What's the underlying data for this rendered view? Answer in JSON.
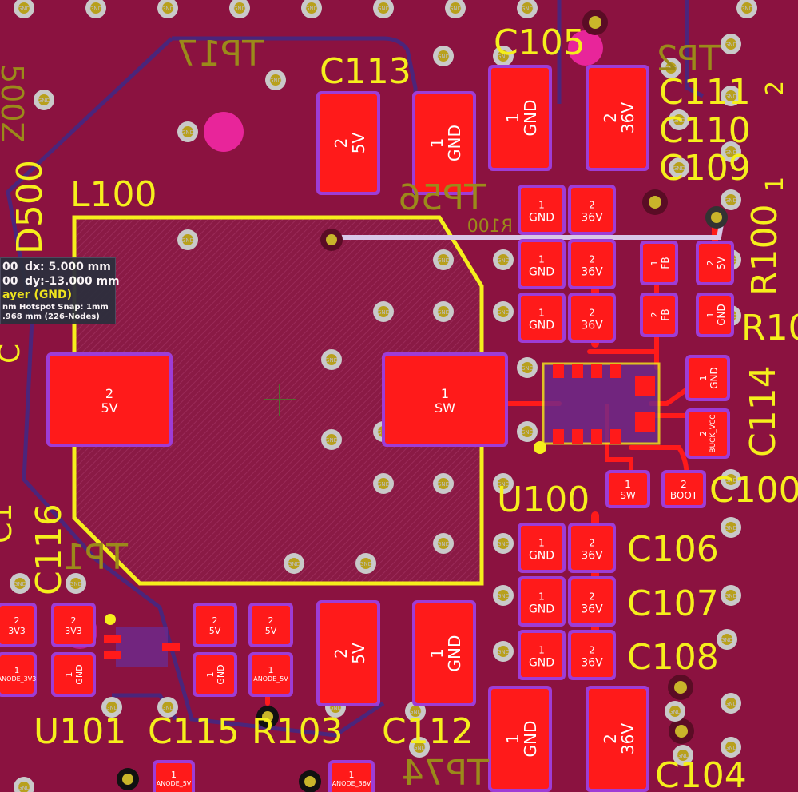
{
  "colors": {
    "board": "#8b1240",
    "pad": "#ff1a1a",
    "pad_outline": "#9e3cd6",
    "silkscreen": "#f5ef1c",
    "via_ring": "#c8c8c8",
    "via_hole": "#b59a1a",
    "infobox_bg": "#2d2f3d"
  },
  "designators": {
    "C113": "C113",
    "C105": "C105",
    "C111": "C111",
    "C110": "C110",
    "C109": "C109",
    "L100": "L100",
    "D500": "D500",
    "R100": "R100",
    "R10x": "R10",
    "C114": "C114",
    "C100": "C100",
    "U100": "U100",
    "C106": "C106",
    "C107": "C107",
    "C108": "C108",
    "C104": "C104",
    "C112": "C112",
    "U101": "U101",
    "C115": "C115",
    "R103": "R103",
    "C116": "C116",
    "C1xx": "C1",
    "edge2": "2",
    "edge1": "1",
    "edgeC": "C"
  },
  "ghost_labels": {
    "TP17": "TP17",
    "TP2": "TP2",
    "TP56": "TP56",
    "TP74": "TP74",
    "TP1x": "TP1",
    "R100": "R100",
    "x500": "500Z"
  },
  "pads": {
    "c113_5v": {
      "num": "2",
      "net": "5V"
    },
    "c113_gnd": {
      "num": "1",
      "net": "GND"
    },
    "c105_gnd": {
      "num": "1",
      "net": "GND"
    },
    "c105_36v": {
      "num": "2",
      "net": "36V"
    },
    "c111_gnd": {
      "num": "1",
      "net": "GND"
    },
    "c111_36v": {
      "num": "2",
      "net": "36V"
    },
    "c110_gnd": {
      "num": "1",
      "net": "GND"
    },
    "c110_36v": {
      "num": "2",
      "net": "36V"
    },
    "c109_gnd": {
      "num": "1",
      "net": "GND"
    },
    "c109_36v": {
      "num": "2",
      "net": "36V"
    },
    "r100_fb": {
      "num": "1",
      "net": "FB"
    },
    "r100_5v": {
      "num": "2",
      "net": "5V"
    },
    "r10_fb": {
      "num": "2",
      "net": "FB"
    },
    "r10_gnd": {
      "num": "1",
      "net": "GND"
    },
    "l100_5v": {
      "num": "2",
      "net": "5V"
    },
    "l100_sw": {
      "num": "1",
      "net": "SW"
    },
    "c114_gnd": {
      "num": "1",
      "net": "GND"
    },
    "c114_buck": {
      "num": "2",
      "net": "BUCK_VCC"
    },
    "c100_sw": {
      "num": "1",
      "net": "SW"
    },
    "c100_boot": {
      "num": "2",
      "net": "BOOT"
    },
    "c106_gnd": {
      "num": "1",
      "net": "GND"
    },
    "c106_36v": {
      "num": "2",
      "net": "36V"
    },
    "c107_gnd": {
      "num": "1",
      "net": "GND"
    },
    "c107_36v": {
      "num": "2",
      "net": "36V"
    },
    "c108_gnd": {
      "num": "1",
      "net": "GND"
    },
    "c108_36v": {
      "num": "2",
      "net": "36V"
    },
    "c112_5v": {
      "num": "2",
      "net": "5V"
    },
    "c112_gnd": {
      "num": "1",
      "net": "GND"
    },
    "c104_gnd": {
      "num": "1",
      "net": "GND"
    },
    "c104_36v": {
      "num": "2",
      "net": "36V"
    },
    "u101_a_3v3": {
      "num": "2",
      "net": "3V3"
    },
    "u101_a_anode": {
      "num": "1",
      "net": "ANODE_3V3"
    },
    "u101_b_3v3": {
      "num": "2",
      "net": "3V3"
    },
    "u101_b_gnd": {
      "num": "1",
      "net": "GND"
    },
    "c115_5v": {
      "num": "2",
      "net": "5V"
    },
    "c115_gnd": {
      "num": "1",
      "net": "GND"
    },
    "r103_5v": {
      "num": "2",
      "net": "5V"
    },
    "r103_anode": {
      "num": "1",
      "net": "ANODE_5V"
    },
    "bot_anode5v": {
      "num": "1",
      "net": "ANODE_5V"
    },
    "bot_anode36v": {
      "num": "1",
      "net": "ANODE_36V"
    },
    "bot_anode5v_b": {
      "net": "ANODE_5V"
    }
  },
  "via_label": "GND",
  "info_box": {
    "line1_a": "00",
    "line1_b": "dx:  5.000  mm",
    "line2_a": "00",
    "line2_b": "dy:-13.000 mm",
    "line3": "ayer (GND)",
    "line4": "nm Hotspot Snap: 1mm",
    "line5": ".968 mm (226-Nodes)"
  }
}
